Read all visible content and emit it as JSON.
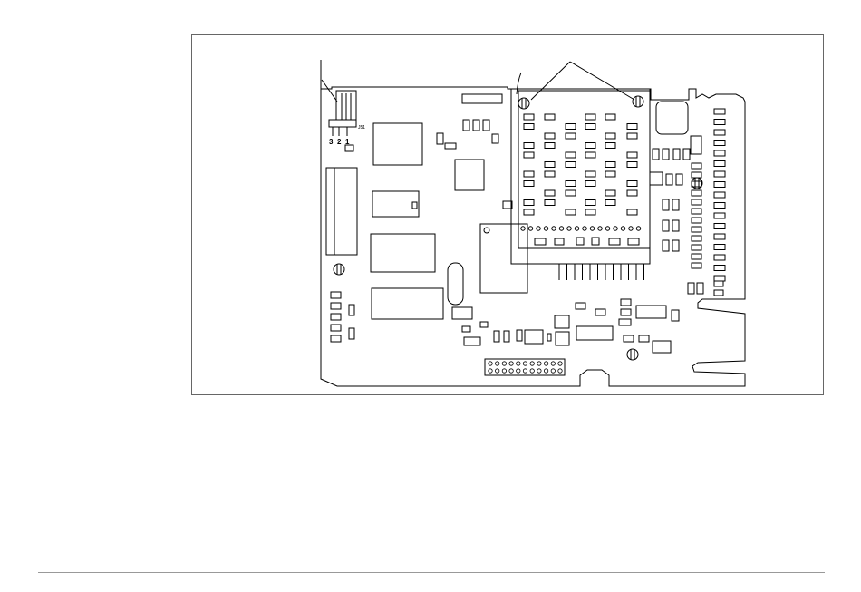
{
  "figure": {
    "connector_pin_labels": [
      "3",
      "2",
      "1"
    ],
    "component_label": "J51",
    "colors": {
      "stroke": "#000000",
      "frame": "#666666",
      "background": "#ffffff",
      "footer_rule": "#999999"
    }
  }
}
